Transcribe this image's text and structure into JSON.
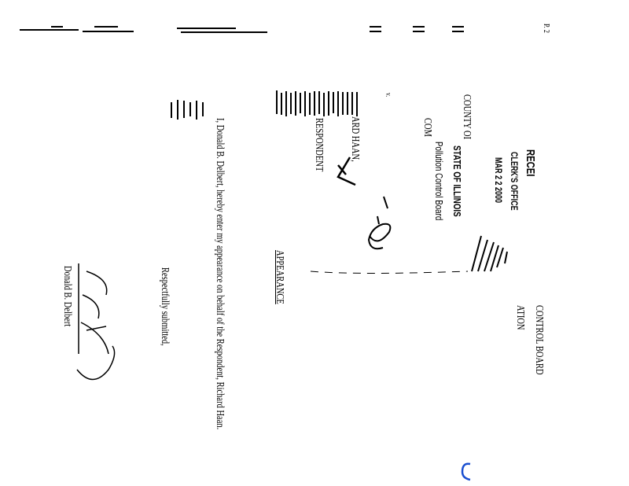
{
  "page_number": "P. 2",
  "caption": {
    "board_right": "CONTROL BOARD",
    "board_right_2": "ATION",
    "county": "COUNTY OI",
    "complainant": "COM",
    "versus": "v.",
    "respondent_name": "ARD HAAN,",
    "respondent_label": "RESPONDENT"
  },
  "stamp": {
    "received": "RECEI",
    "office": "CLERK'S OFFICE",
    "date": "MAR 2 2 2000",
    "state": "STATE OF ILLINOIS",
    "board": "Pollution Control Board"
  },
  "handwriting": {
    "case_number": "10-16",
    "mark": "A"
  },
  "title": "APPEARANCE",
  "body": "I, Donald B. Delbert, hereby enter my appearance on behalf of the Respondent, Richard Haan.",
  "closing": "Respectfully submitted,",
  "signature_name": "Donald B. Delbert",
  "signature_handwritten": "Donald B. Delbert"
}
